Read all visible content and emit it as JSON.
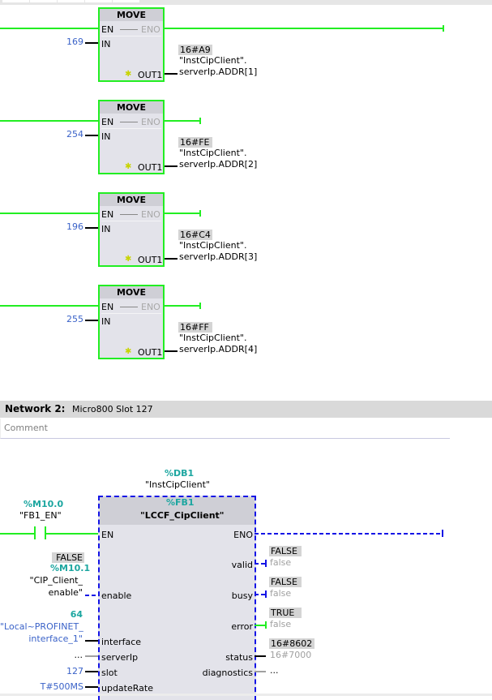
{
  "network1": {
    "moves": [
      {
        "title": "MOVE",
        "en": "EN",
        "eno": "ENO",
        "in_label": "IN",
        "out_label": "OUT1",
        "in_value": "169",
        "monitor_value": "16#A9",
        "target_line1": "\"InstCipClient\".",
        "target_line2": "serverIp.ADDR[1]"
      },
      {
        "title": "MOVE",
        "en": "EN",
        "eno": "ENO",
        "in_label": "IN",
        "out_label": "OUT1",
        "in_value": "254",
        "monitor_value": "16#FE",
        "target_line1": "\"InstCipClient\".",
        "target_line2": "serverIp.ADDR[2]"
      },
      {
        "title": "MOVE",
        "en": "EN",
        "eno": "ENO",
        "in_label": "IN",
        "out_label": "OUT1",
        "in_value": "196",
        "monitor_value": "16#C4",
        "target_line1": "\"InstCipClient\".",
        "target_line2": "serverIp.ADDR[3]"
      },
      {
        "title": "MOVE",
        "en": "EN",
        "eno": "ENO",
        "in_label": "IN",
        "out_label": "OUT1",
        "in_value": "255",
        "monitor_value": "16#FF",
        "target_line1": "\"InstCipClient\".",
        "target_line2": "serverIp.ADDR[4]"
      }
    ]
  },
  "network2": {
    "label": "Network 2:",
    "title": "Micro800 Slot 127",
    "comment_placeholder": "Comment",
    "instance_db": "%DB1",
    "instance_name": "\"InstCipClient\"",
    "fb_address": "%FB1",
    "fb_name": "\"LCCF_CipClient\"",
    "contact": {
      "address": "%M10.0",
      "name": "\"FB1_EN\""
    },
    "pins": {
      "en": "EN",
      "eno": "ENO",
      "enable": "enable",
      "interface": "interface",
      "serverIp": "serverIp",
      "slot": "slot",
      "updateRate": "updateRate",
      "valid": "valid",
      "busy": "busy",
      "error": "error",
      "status": "status",
      "diagnostics": "diagnostics"
    },
    "inputs": {
      "enable_monitor": "FALSE",
      "enable_address": "%M10.1",
      "enable_name_line1": "\"CIP_Client_",
      "enable_name_line2": "enable\"",
      "interface_value": "64",
      "interface_name_line1": "\"Local~PROFINET_",
      "interface_name_line2": "interface_1\"",
      "serverIp_value": "...",
      "slot_value": "127",
      "updateRate_value": "T#500MS"
    },
    "outputs": {
      "valid_monitor": "FALSE",
      "valid_value": "false",
      "busy_monitor": "FALSE",
      "busy_value": "false",
      "error_monitor": "TRUE",
      "error_value": "false",
      "status_monitor": "16#8602",
      "status_value": "16#7000",
      "diagnostics_value": "..."
    }
  },
  "colors": {
    "power_flow": "#22ee22",
    "not_powered": "#1414e6",
    "constant": "#3a62c8",
    "address": "#1ca6a0"
  }
}
